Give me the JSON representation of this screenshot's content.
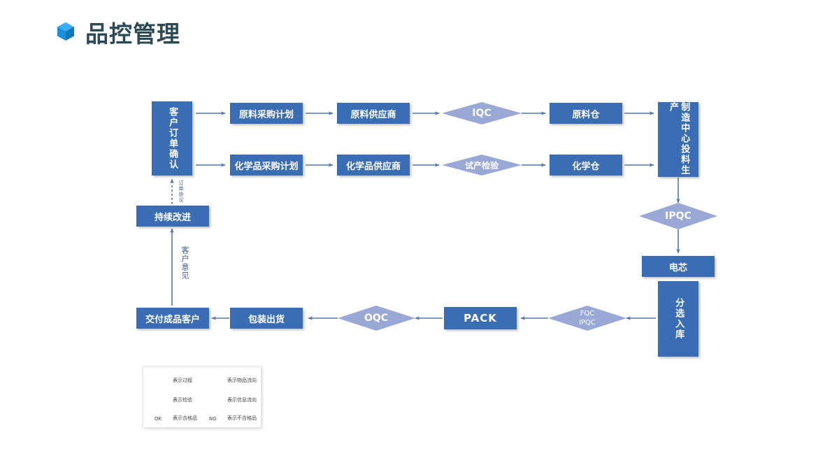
{
  "header": {
    "title": "品控管理"
  },
  "flow": {
    "order_confirm": "客户订单确认",
    "raw_plan": "原料采购计划",
    "raw_supplier": "原料供应商",
    "iqc": "IQC",
    "raw_wh": "原料仓",
    "chem_plan": "化学品采购计划",
    "chem_supplier": "化学品供应商",
    "trial_inspect": "试产检验",
    "chem_wh": "化学仓",
    "production": "制造中心投料生产",
    "ipqc": "IPQC",
    "cell": "电芯",
    "sort": "分选入库",
    "fqc": "FQC",
    "ipqc2": "IPQC",
    "pack": "PACK",
    "oqc": "OQC",
    "ship": "包装出货",
    "deliver": "交付成品客户",
    "improve": "持续改进",
    "label_order_agreement": "订单协议",
    "label_feedback": "客户意见"
  },
  "legend": {
    "process": "表示过程",
    "material_flow": "表示物品流向",
    "inspection": "表示检验",
    "info_flow": "表示信息流向",
    "ok": "OK",
    "ok_text": "表示合格品",
    "ng": "NG",
    "ng_text": "表示不合格品"
  },
  "colors": {
    "box": "#3a6db3",
    "diamond": "#9aa8d6",
    "arrow": "#4f76b5",
    "title": "#2c4a56",
    "accent": "#1a90d6"
  }
}
